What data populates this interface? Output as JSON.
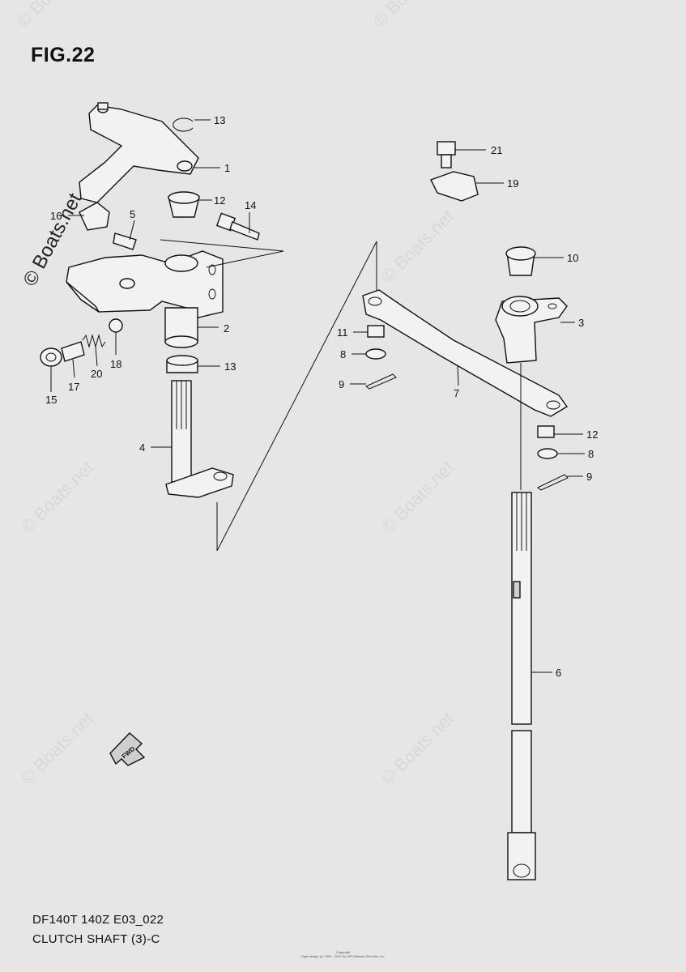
{
  "figure_title": "FIG.22",
  "footer": {
    "model_line": "DF140T 140Z E03_022",
    "section_line": "CLUTCH SHAFT (3)-C",
    "copyright_line1": "Copyright",
    "copyright_line2": "Page design (c) 2004 - 2017 by ARI Network Services, Inc."
  },
  "watermark": "© Boats.net",
  "fwd_label": "FWD",
  "callouts": [
    "1",
    "2",
    "3",
    "4",
    "5",
    "6",
    "7",
    "8",
    "8",
    "9",
    "9",
    "10",
    "11",
    "12",
    "12",
    "13",
    "13",
    "14",
    "15",
    "16",
    "17",
    "18",
    "19",
    "20",
    "21"
  ],
  "colors": {
    "background": "#e6e6e6",
    "line": "#111111",
    "watermark": "#d8d8d8"
  }
}
